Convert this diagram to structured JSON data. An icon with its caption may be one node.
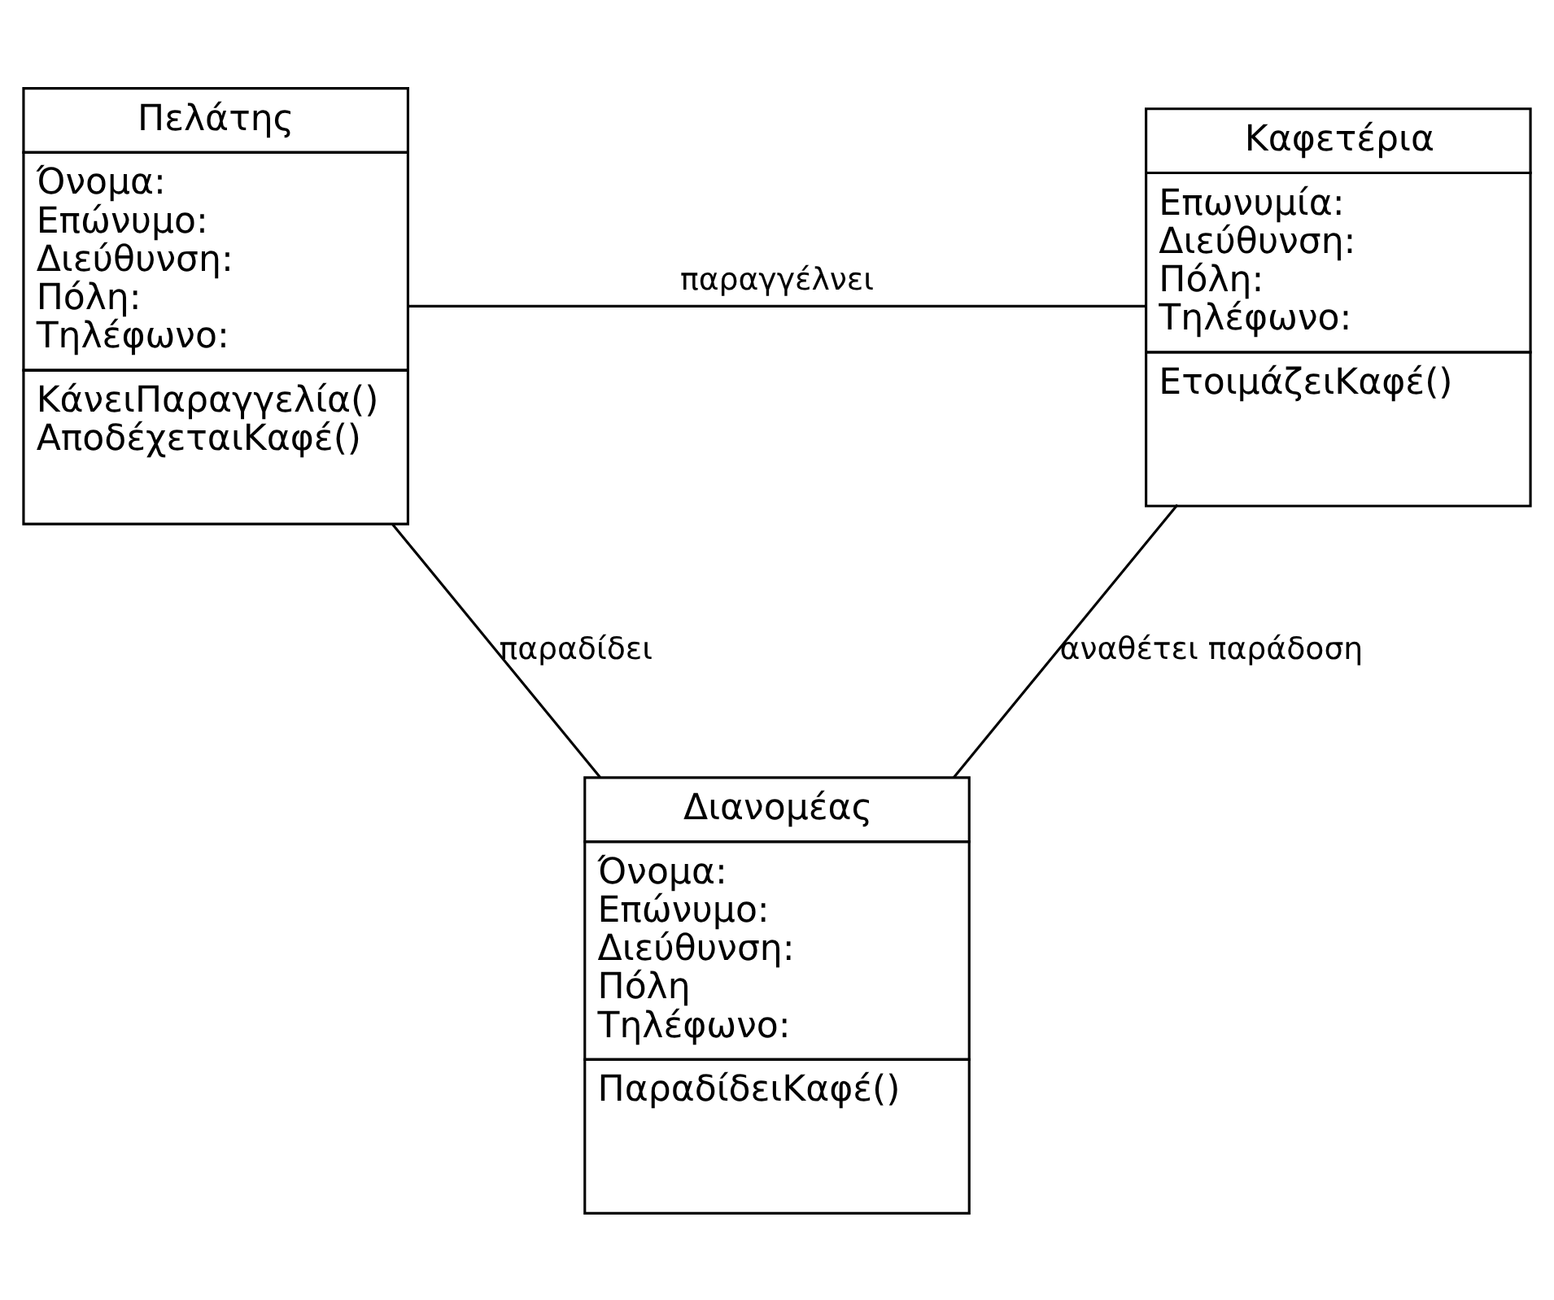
{
  "diagram": {
    "nodes": [
      {
        "text": [
          "Πελάτης",
          "Όνομα:",
          "Επώνυμο:",
          "Διεύθυνση:",
          "Πόλη:",
          "Τηλέφωνο:",
          "ΚάνειΠαραγγελία()",
          "ΑποδέχεταιΚαφέ()"
        ]
      },
      {
        "text": [
          "Καφετέρια",
          "Επωνυμία:",
          "Διεύθυνση:",
          "Πόλη:",
          "Τηλέφωνο:",
          "ΕτοιμάζειΚαφέ()"
        ]
      },
      {
        "text": [
          "Διανομέας",
          "Όνομα:",
          "Επώνυμο:",
          "Διεύθυνση:",
          "Πόλη",
          "Τηλέφωνο:",
          "ΠαραδίδειΚαφέ()"
        ]
      }
    ],
    "edges": [
      {
        "from": 0,
        "to": 1,
        "arrow": "none",
        "label": "παραγγέλνει"
      },
      {
        "from": 1,
        "to": 2,
        "arrow": "none",
        "label": "αναθέτει παράδοση"
      },
      {
        "from": 0,
        "to": 2,
        "arrow": "none",
        "label": "παραδίδει"
      }
    ]
  }
}
